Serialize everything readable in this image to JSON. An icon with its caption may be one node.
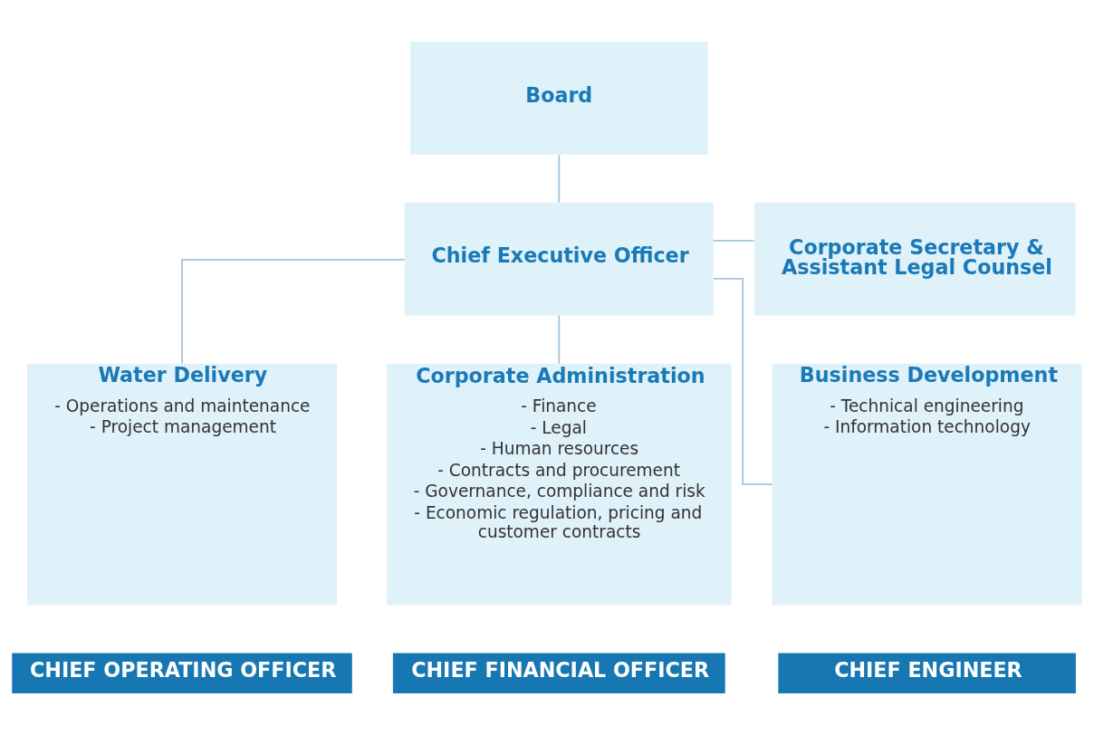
{
  "diagram": {
    "nodes": [
      {
        "text": [
          "Board"
        ]
      },
      {
        "text": [
          "Chief Executive Officer"
        ]
      },
      {
        "text": [
          "Corporate Secretary & Assistant Legal Counsel"
        ]
      },
      {
        "text": [
          "Water Delivery",
          "- Operations and maintenance",
          "- Project management"
        ]
      },
      {
        "text": [
          "Corporate Administration",
          "- Finance",
          "- Legal",
          "- Human resources",
          "- Contracts and procurement",
          "- Governance, compliance and risk",
          "- Economic regulation, pricing and customer contracts"
        ]
      },
      {
        "text": [
          "Business Development",
          "- Technical engineering",
          "- Information technology"
        ]
      },
      {
        "text": [
          "CHIEF OPERATING OFFICER"
        ]
      },
      {
        "text": [
          "CHIEF FINANCIAL OFFICER"
        ]
      },
      {
        "text": [
          "CHIEF ENGINEER"
        ]
      }
    ],
    "edges": [
      {
        "from": 0,
        "to": 1,
        "arrow": "none"
      },
      {
        "from": 1,
        "to": 2,
        "arrow": "none"
      },
      {
        "from": 1,
        "to": 3,
        "arrow": "none"
      },
      {
        "from": 1,
        "to": 4,
        "arrow": "none"
      },
      {
        "from": 1,
        "to": 5,
        "arrow": "none"
      }
    ]
  }
}
